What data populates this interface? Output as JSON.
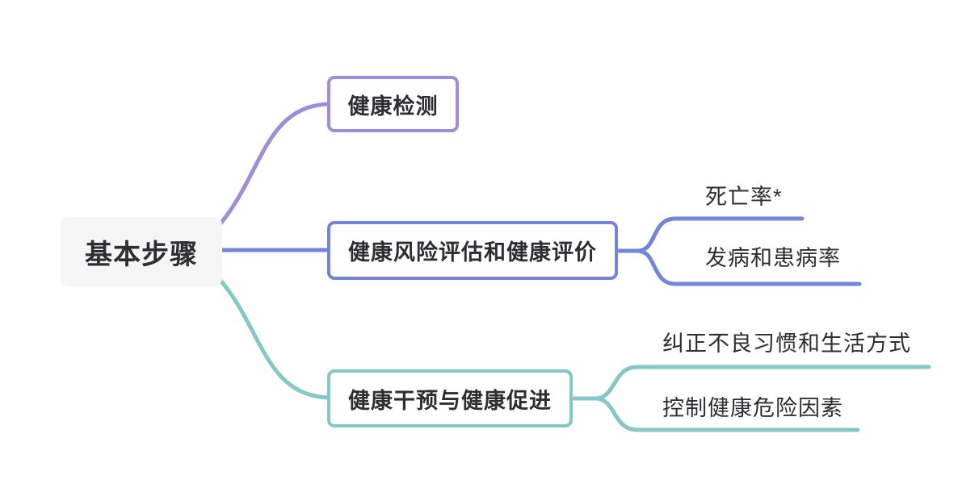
{
  "diagram": {
    "type": "mindmap",
    "root": {
      "label": "基本步骤"
    },
    "branches": [
      {
        "id": "health-monitoring",
        "label": "健康检测",
        "color": "#a18cd8",
        "children": []
      },
      {
        "id": "risk-assessment",
        "label": "健康风险评估和健康评价",
        "color": "#7286d9",
        "children": [
          {
            "label": "死亡率*"
          },
          {
            "label": "发病和患病率"
          }
        ]
      },
      {
        "id": "health-intervention",
        "label": "健康干预与健康促进",
        "color": "#85c6c6",
        "children": [
          {
            "label": "纠正不良习惯和生活方式"
          },
          {
            "label": "控制健康危险因素"
          }
        ]
      }
    ]
  },
  "colors": {
    "purple": "#a18cd8",
    "blue": "#7286d9",
    "teal": "#85c6c6",
    "root-bg": "#f5f5f6",
    "text": "#2c2e33",
    "canvas-bg": "#ffffff"
  }
}
